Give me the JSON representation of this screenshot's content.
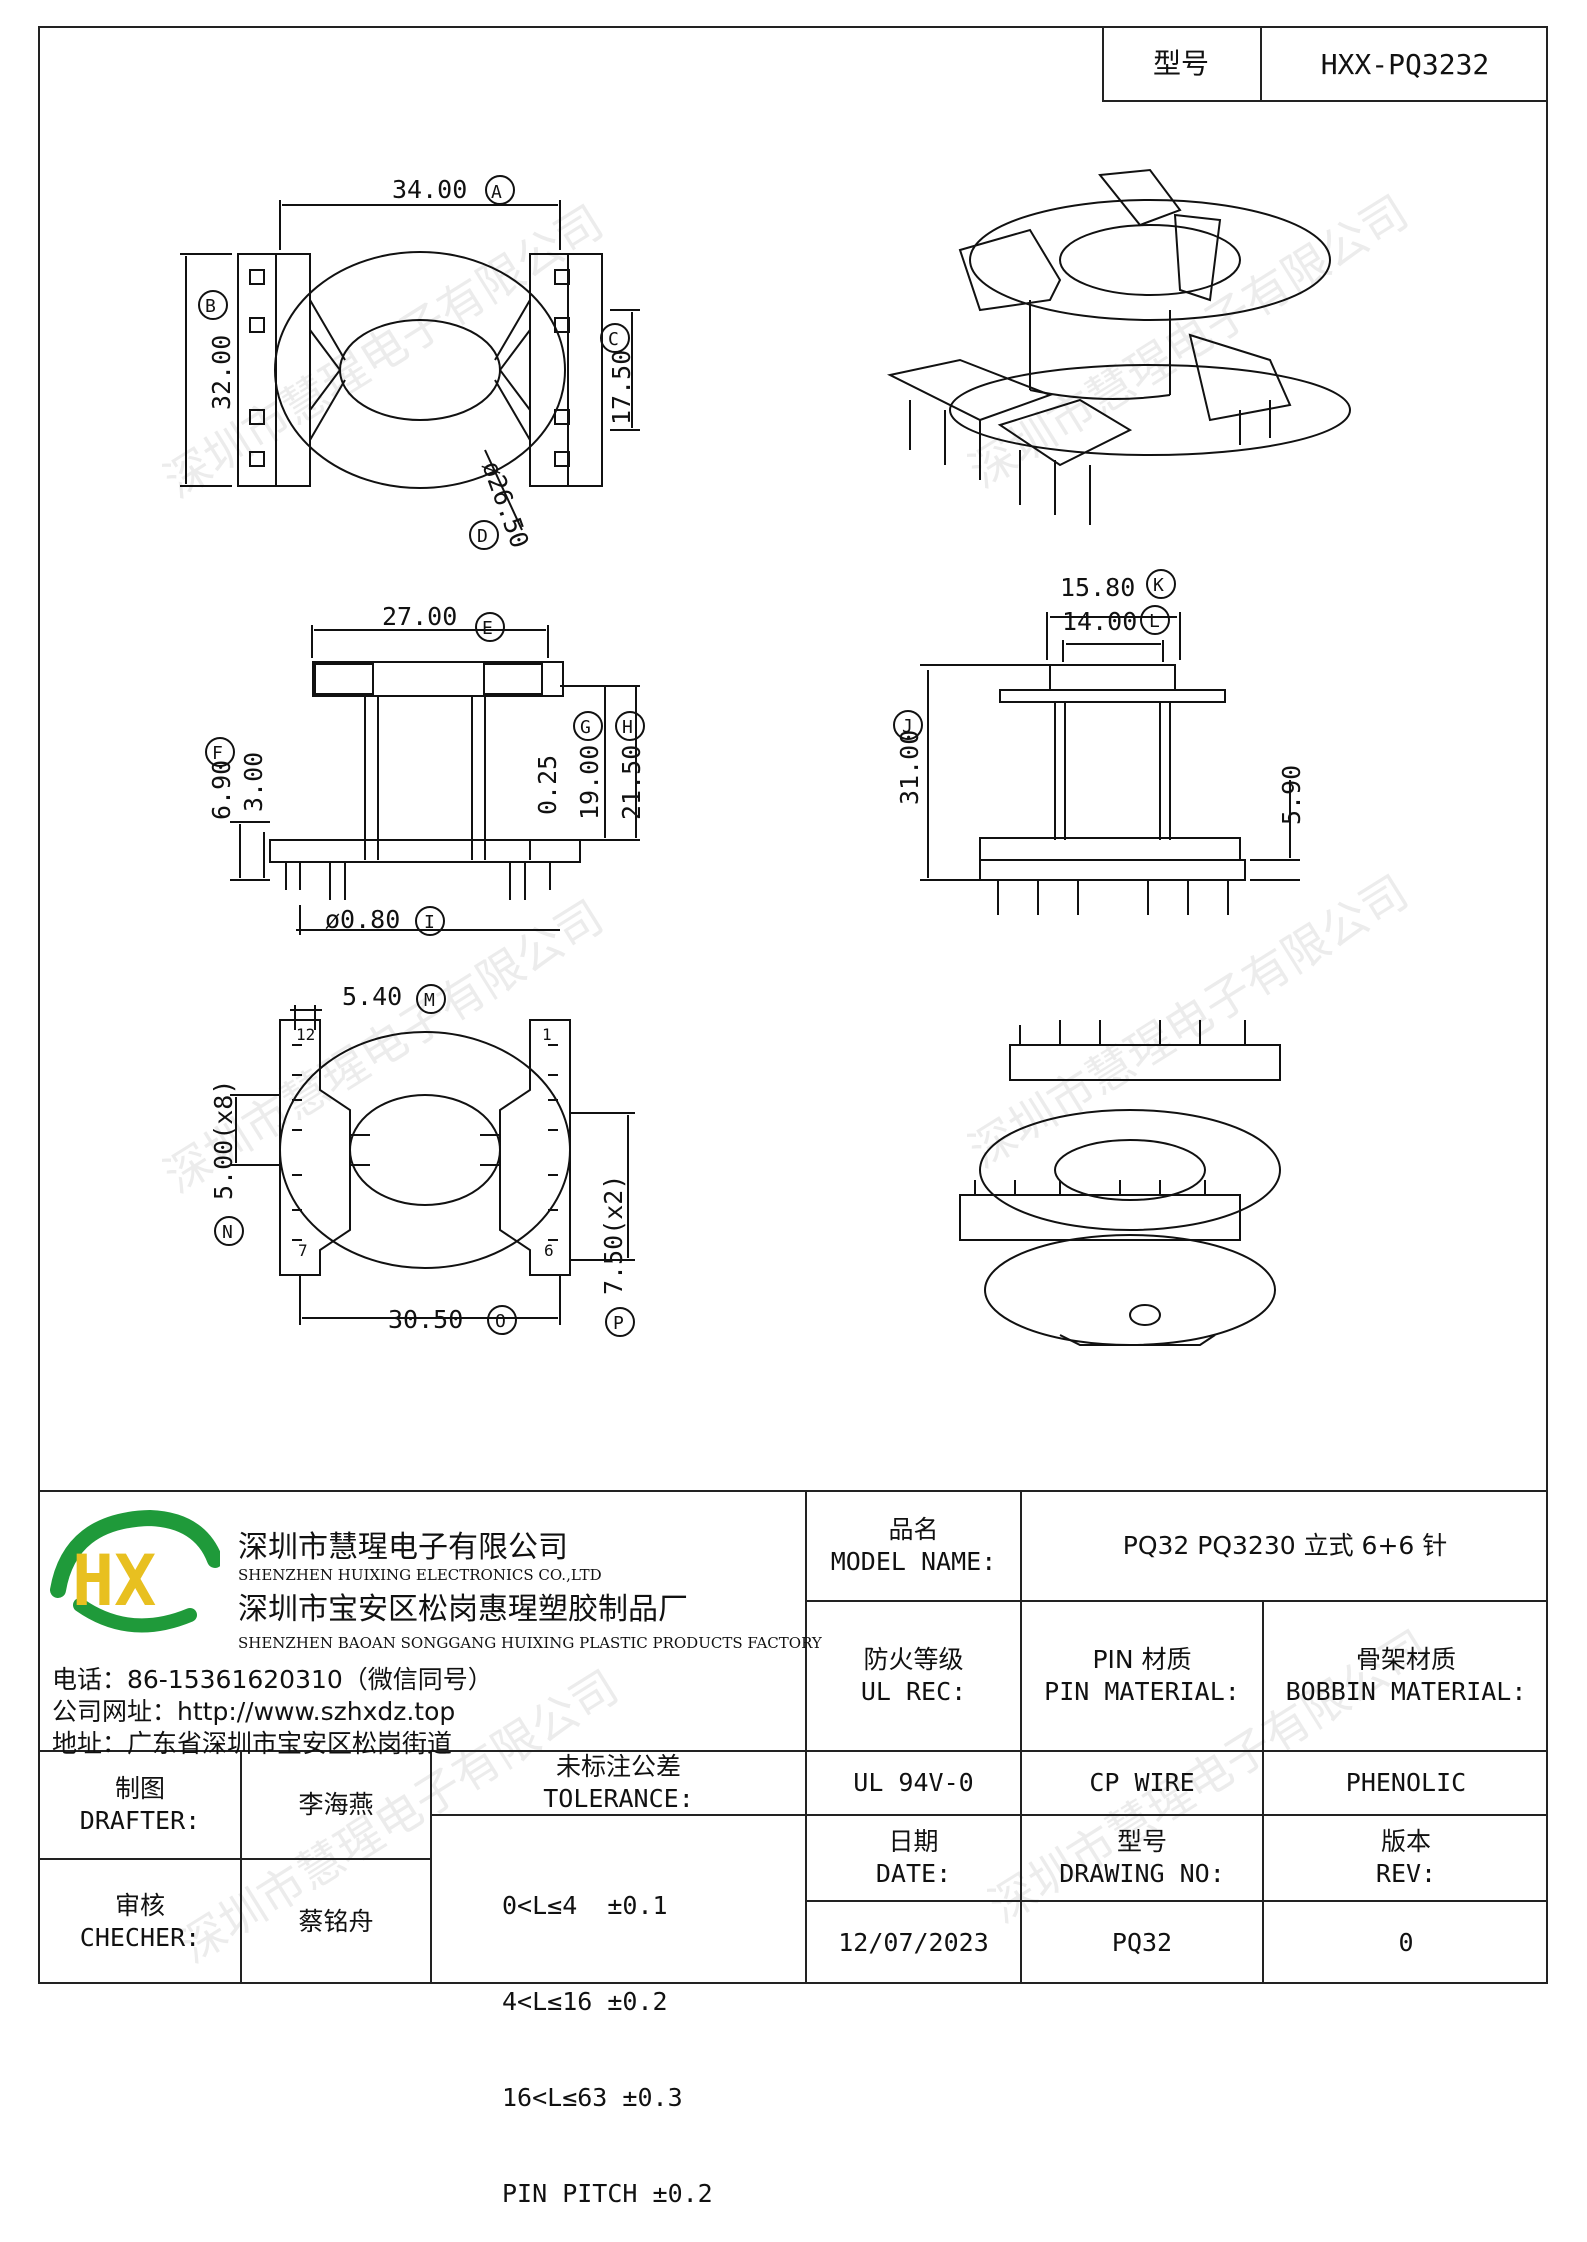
{
  "header": {
    "model_label": "型号",
    "model_value": "HXX-PQ3232"
  },
  "watermark": "深圳市慧瑆电子有限公司",
  "drawing": {
    "top_view": {
      "dim_a": "34.00",
      "tag_a": "A",
      "dim_b": "32.00",
      "tag_b": "B",
      "dim_c": "17.50",
      "tag_c": "C",
      "dim_d": "ø26.50",
      "tag_d": "D"
    },
    "side_view": {
      "dim_e": "27.00",
      "tag_e": "E",
      "dim_f": "6.90",
      "tag_f": "F",
      "dim_f2": "3.00",
      "dim_g2": "0.25",
      "dim_g": "19.00",
      "tag_g": "G",
      "dim_h": "21.50",
      "tag_h": "H",
      "dim_i": "ø0.80",
      "tag_i": "I"
    },
    "front_view": {
      "dim_k": "15.80",
      "tag_k": "K",
      "dim_l": "14.00",
      "tag_l": "L",
      "dim_j": "31.00",
      "tag_j": "J",
      "dim_5_90": "5.90"
    },
    "bottom_view": {
      "dim_m": "5.40",
      "tag_m": "M",
      "dim_n": "5.00(x8)",
      "tag_n": "N",
      "dim_o": "30.50",
      "tag_o": "O",
      "dim_p": "7.50(x2)",
      "tag_p": "P",
      "pin_1": "1",
      "pin_12": "12",
      "pin_7": "7",
      "pin_6": "6"
    }
  },
  "company": {
    "name_cn": "深圳市慧瑆电子有限公司",
    "name_en": "SHENZHEN HUIXING ELECTRONICS CO.,LTD",
    "factory_cn": "深圳市宝安区松岗惠瑆塑胶制品厂",
    "factory_en": "SHENZHEN BAOAN SONGGANG HUIXING PLASTIC PRODUCTS FACTORY",
    "phone": "电话：86-15361620310（微信同号）",
    "website": "公司网址：http://www.szhxdz.top",
    "address": "地址：广东省深圳市宝安区松岗街道",
    "logo_text": "HX",
    "logo_colors": {
      "green": "#1f9a3a",
      "yellow": "#e8c020"
    }
  },
  "title_block": {
    "model_name_cn": "品名",
    "model_name_en": "MODEL NAME:",
    "model_name_value": "PQ32 PQ3230 立式 6+6 针",
    "ul_cn": "防火等级",
    "ul_en": "UL REC:",
    "pin_mat_cn": "PIN 材质",
    "pin_mat_en": "PIN MATERIAL:",
    "bobbin_mat_cn": "骨架材质",
    "bobbin_mat_en": "BOBBIN MATERIAL:",
    "ul_value": "UL 94V-0",
    "pin_mat_value": "CP WIRE",
    "bobbin_mat_value": "PHENOLIC",
    "drafter_cn": "制图",
    "drafter_en": "DRAFTER:",
    "drafter_value": "李海燕",
    "checker_cn": "审核",
    "checker_en": "CHECHER:",
    "checker_value": "蔡铭舟",
    "tolerance_cn": "未标注公差",
    "tolerance_en": "TOLERANCE:",
    "tolerance_rows": [
      "0<L≤4  ±0.1",
      "4<L≤16 ±0.2",
      "16<L≤63 ±0.3",
      "PIN PITCH ±0.2"
    ],
    "date_cn": "日期",
    "date_en": "DATE:",
    "date_value": "12/07/2023",
    "drawing_no_cn": "型号",
    "drawing_no_en": "DRAWING NO:",
    "drawing_no_value": "PQ32",
    "rev_cn": "版本",
    "rev_en": "REV:",
    "rev_value": "0"
  }
}
